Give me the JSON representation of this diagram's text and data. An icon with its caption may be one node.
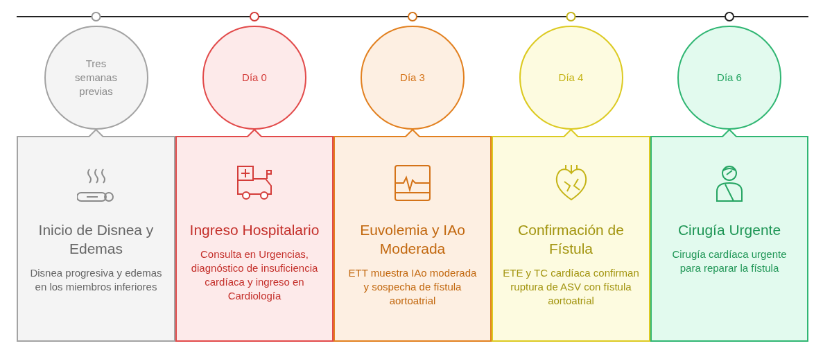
{
  "diagram": {
    "nodes": [
      {
        "text": [
          "Tres semanas previas"
        ]
      },
      {
        "text": [
          "Inicio de Disnea y Edemas",
          "Disnea progresiva y edemas en los miembros inferiores"
        ]
      },
      {
        "text": [
          "Día 0"
        ]
      },
      {
        "text": [
          "Ingreso Hospitalario",
          "Consulta en Urgencias, diagnóstico de insuficiencia cardíaca y ingreso en Cardiología"
        ]
      },
      {
        "text": [
          "Día 3"
        ]
      },
      {
        "text": [
          "Euvolemia y IAo Moderada",
          "ETT muestra IAo moderada y sospecha de fístula aortoatrial"
        ]
      },
      {
        "text": [
          "Día 4"
        ]
      },
      {
        "text": [
          "Confirmación de Fístula",
          "ETE y TC cardíaca confirman ruptura de ASV con fístula aortoatrial"
        ]
      },
      {
        "text": [
          "Día 6"
        ]
      },
      {
        "text": [
          "Cirugía Urgente",
          "Cirugía cardíaca urgente para reparar la fístula"
        ]
      }
    ]
  }
}
